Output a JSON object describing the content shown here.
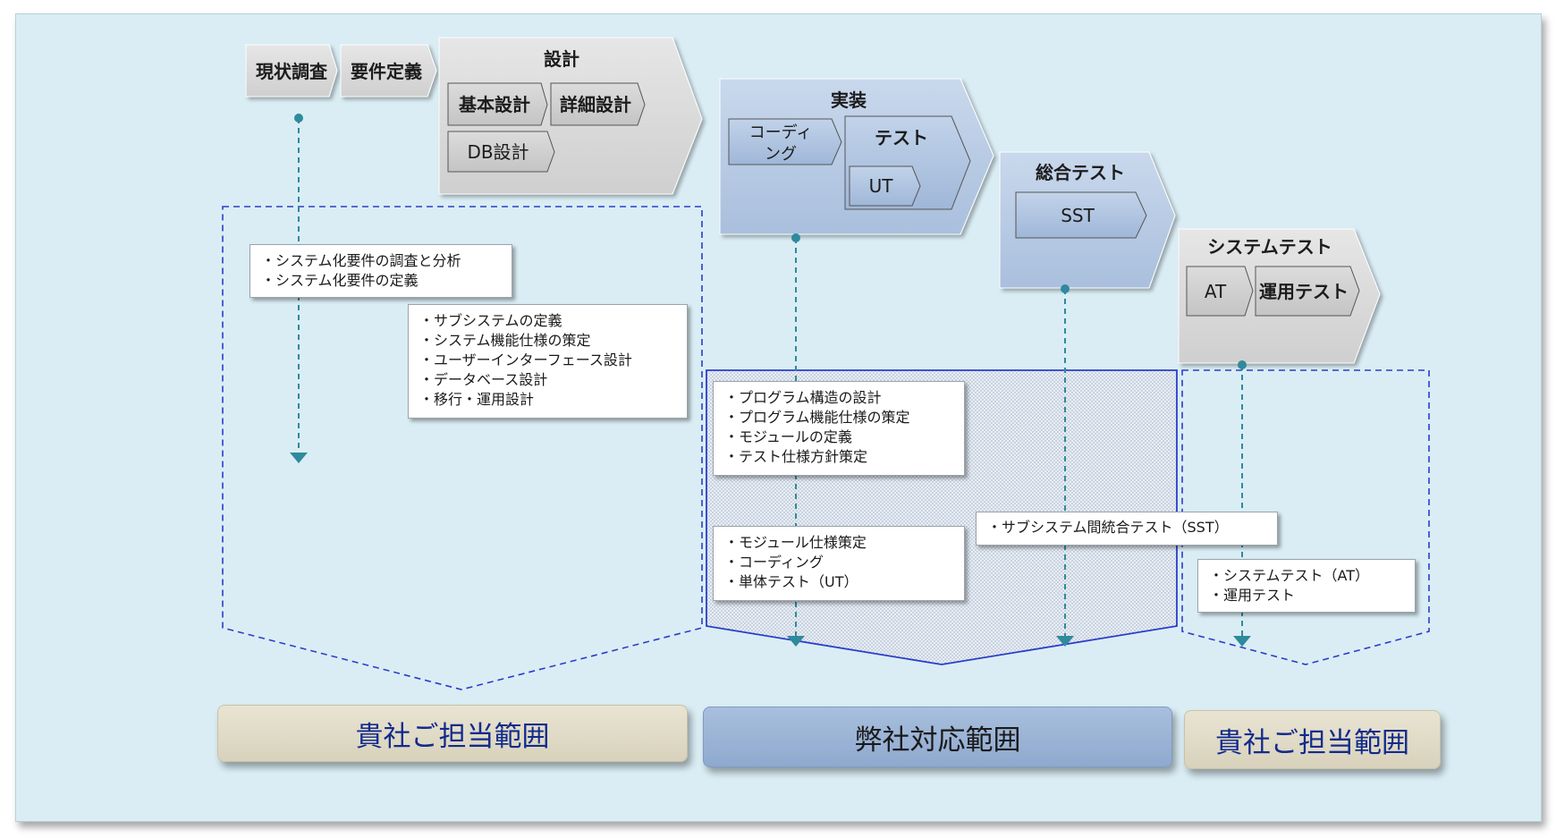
{
  "phases": {
    "survey": "現状調査",
    "requirements": "要件定義",
    "design": {
      "title": "設計",
      "basic": "基本設計",
      "detail": "詳細設計",
      "db": "DB設計"
    },
    "implementation": {
      "title": "実装",
      "coding_line1": "コーディ",
      "coding_line2": "ング",
      "test_title": "テスト",
      "ut": "UT"
    },
    "integration_test": {
      "title": "総合テスト",
      "sst": "SST"
    },
    "system_test": {
      "title": "システムテスト",
      "at": "AT",
      "operation_test": "運用テスト"
    }
  },
  "notes": {
    "requirements": [
      "・システム化要件の調査と分析",
      "・システム化要件の定義"
    ],
    "design": [
      "・サブシステムの定義",
      "・システム機能仕様の策定",
      "・ユーザーインターフェース設計",
      "・データベース設計",
      "・移行・運用設計"
    ],
    "program": [
      "・プログラム構造の設計",
      "・プログラム機能仕様の策定",
      "・モジュールの定義",
      "・テスト仕様方針策定"
    ],
    "module": [
      "・モジュール仕様策定",
      "・コーディング",
      "・単体テスト（UT）"
    ],
    "sst": [
      "・サブシステム間統合テスト（SST）"
    ],
    "system": [
      "・システムテスト（AT）",
      "・運用テスト"
    ]
  },
  "scopes": {
    "client_left": "貴社ご担当範囲",
    "ours": "弊社対応範囲",
    "client_right": "貴社ご担当範囲"
  },
  "colors": {
    "background": "#daedf4",
    "gray_phase": "#d9d9d9",
    "blue_phase": "#b8cce4",
    "dashed_line": "#2a3ec9",
    "arrow_teal": "#2e8a9c",
    "scope_text": "#122b8c"
  }
}
